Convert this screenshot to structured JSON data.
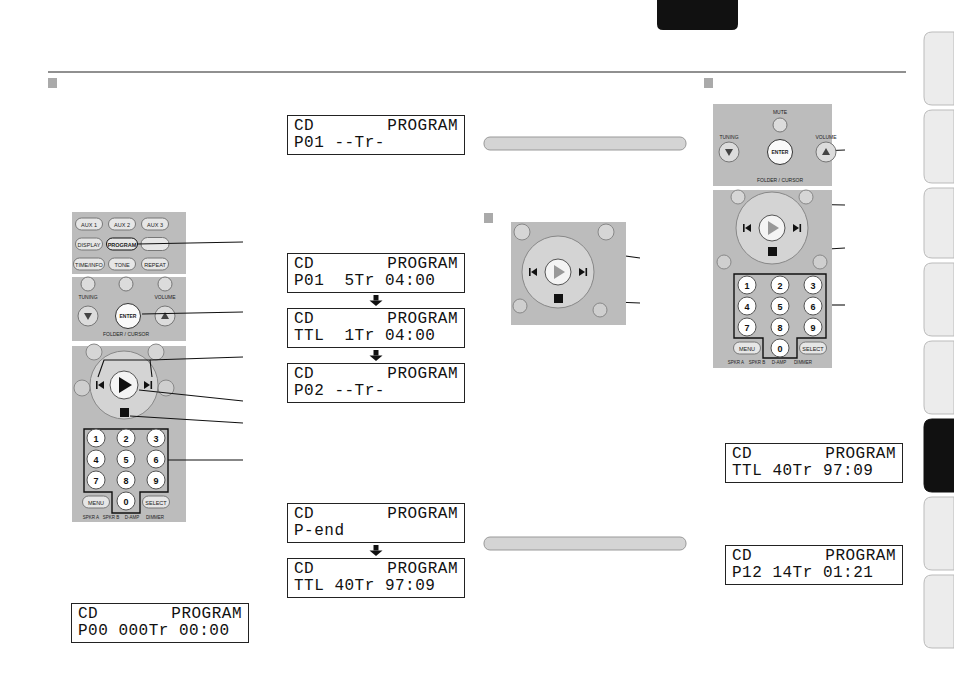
{
  "diagram": {
    "nodes": [
      {
        "text": [
          "CD",
          "PROGRAM",
          "P00 000Tr 00:00"
        ]
      },
      {
        "text": [
          "CD",
          "PROGRAM",
          "P01 --Tr-"
        ]
      },
      {
        "text": [
          "CD",
          "PROGRAM",
          "P01  5Tr 04:00"
        ]
      },
      {
        "text": [
          "CD",
          "PROGRAM",
          "TTL  1Tr 04:00"
        ]
      },
      {
        "text": [
          "CD",
          "PROGRAM",
          "P02 --Tr-"
        ]
      },
      {
        "text": [
          "CD",
          "PROGRAM",
          "P-end"
        ]
      },
      {
        "text": [
          "CD",
          "PROGRAM",
          "TTL 40Tr 97:09"
        ]
      },
      {
        "text": [
          "CD",
          "PROGRAM",
          "TTL 40Tr 97:09"
        ]
      },
      {
        "text": [
          "CD",
          "PROGRAM",
          "P12 14Tr 01:21"
        ]
      }
    ],
    "edges": [
      {
        "from": 2,
        "to": 3,
        "arrow": "to"
      },
      {
        "from": 3,
        "to": 4,
        "arrow": "to"
      },
      {
        "from": 5,
        "to": 6,
        "arrow": "to"
      }
    ],
    "labels": [
      "AUX 1",
      "AUX 2",
      "AUX 3",
      "DISPLAY",
      "PROGRAM",
      "TIME/INFO",
      "TONE",
      "REPEAT",
      "TUNING",
      "ENTER",
      "VOLUME",
      "FOLDER / CURSOR",
      "1",
      "2",
      "3",
      "4",
      "5",
      "6",
      "7",
      "8",
      "9",
      "0",
      "MENU",
      "SELECT",
      "SPKR A",
      "SPKR B",
      "D-AMP",
      "DIMMER",
      "MUTE",
      "TUNING",
      "ENTER",
      "VOLUME",
      "FOLDER / CURSOR",
      "1",
      "2",
      "3",
      "4",
      "5",
      "6",
      "7",
      "8",
      "9",
      "0",
      "MENU",
      "SELECT",
      "SPKR A",
      "SPKR B",
      "D-AMP",
      "DIMMER"
    ]
  }
}
